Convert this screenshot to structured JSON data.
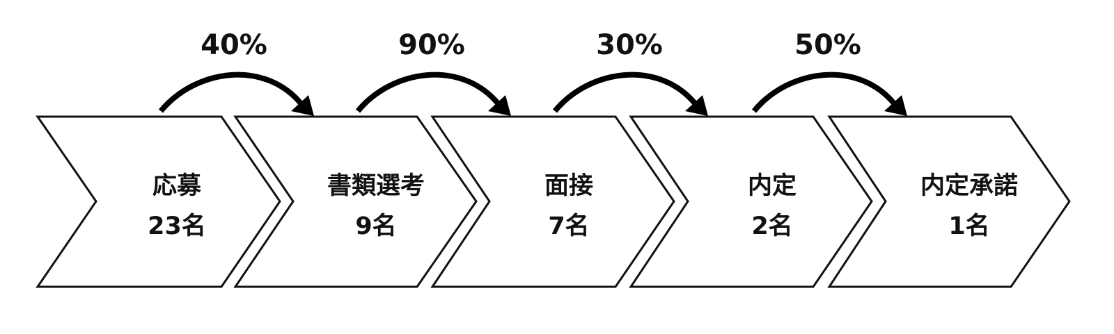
{
  "stages": [
    {
      "name": "応募",
      "count": "23名"
    },
    {
      "name": "書類選考",
      "count": "9名"
    },
    {
      "name": "面接",
      "count": "7名"
    },
    {
      "name": "内定",
      "count": "2名"
    },
    {
      "name": "内定承諾",
      "count": "1名"
    }
  ],
  "conversion_rates": [
    "40%",
    "90%",
    "30%",
    "50%"
  ],
  "colors": {
    "stroke": "#111111",
    "arrow": "#000000",
    "fill": "#ffffff"
  }
}
